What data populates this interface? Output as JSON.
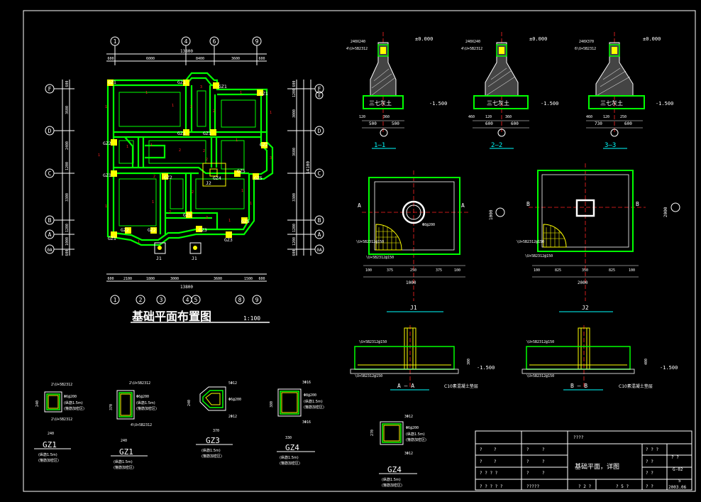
{
  "plan": {
    "title": "基础平面布置图",
    "scale": "1:100",
    "top_axes": [
      "1",
      "4",
      "6",
      "9"
    ],
    "bottom_axes": [
      "1",
      "2",
      "3",
      "4",
      "5",
      "8",
      "9"
    ],
    "left_axes": [
      "F",
      "D",
      "C",
      "B",
      "A",
      "0A"
    ],
    "right_axes": [
      "F",
      "E",
      "D",
      "C",
      "B",
      "A",
      "0A"
    ],
    "top_total": "13800",
    "top_dims": [
      "600",
      "6000",
      "8400",
      "3600",
      "600"
    ],
    "bottom_total": "13800",
    "bottom_dims": [
      "600",
      "2100",
      "1800",
      "3000",
      "3600",
      "1500",
      "600"
    ],
    "left_dims": [
      "600",
      "3600",
      "2400",
      "1200",
      "3300",
      "1200",
      "1000",
      "600"
    ],
    "right_dims": [
      "600",
      "1200",
      "3000",
      "3600",
      "3300",
      "1200",
      "1200",
      "600"
    ],
    "right_total": "14100",
    "gz_labels": [
      "GZ1",
      "GZ1",
      "GZ1",
      "GZ1",
      "GZ1",
      "GZ1",
      "GZ1",
      "GZ2",
      "GZ2",
      "GZ2",
      "GZ2",
      "GZ2",
      "GZ3",
      "GZ3",
      "GZ4",
      "GZ5",
      "GZ5",
      "GZ5",
      "J2",
      "J1",
      "J1"
    ]
  },
  "sections": [
    {
      "label": "1—1",
      "top_elev": "±0.000",
      "bottom_elev": "-1.500",
      "beam": "240X240",
      "bars": "4\\U+5B2312",
      "base_text": "三七灰土",
      "dims": [
        "120",
        "360",
        "500",
        "500"
      ]
    },
    {
      "label": "2—2",
      "top_elev": "±0.000",
      "bottom_elev": "-1.500",
      "beam": "240X240",
      "bars": "4\\U+5B2312",
      "base_text": "三七灰土",
      "dims": [
        "460",
        "120",
        "360",
        "600",
        "600"
      ]
    },
    {
      "label": "3—3",
      "top_elev": "±0.000",
      "bottom_elev": "-1.500",
      "beam": "240X370",
      "bars": "6\\U+5B2312",
      "base_text": "三七灰土",
      "dims": [
        "460",
        "120",
        "250",
        "730",
        "600"
      ]
    }
  ],
  "footings": [
    {
      "label": "J1",
      "dims": [
        "100",
        "375",
        "250",
        "375",
        "100"
      ],
      "width": "1000",
      "section_mark": "A",
      "bars1": "\\U+5B2312@150",
      "bars2": "\\U+5B2312@150",
      "note": "Φ8@200"
    },
    {
      "label": "J2",
      "dims": [
        "100",
        "825",
        "350",
        "825",
        "100"
      ],
      "width": "2000",
      "section_mark": "B",
      "bars1": "\\U+5B2312@150",
      "bars2": "\\U+5B2312@150",
      "note": ""
    }
  ],
  "footing_sections": [
    {
      "label": "A — A",
      "elev": "-1.500",
      "note": "C10素混凝土垫层",
      "height": "300"
    },
    {
      "label": "B — B",
      "elev": "-1.500",
      "note": "C10素混凝土垫层",
      "height": "400"
    }
  ],
  "columns": [
    {
      "label": "GZ1",
      "bars_top": "2\\U+5B2312",
      "bars_bottom": "2\\U+5B2312",
      "stirrup": "Φ6@200",
      "dim_w": "240",
      "dim_h": "240",
      "note1": "(纵筋1.5m)",
      "note2": "(箍筋加密区)"
    },
    {
      "label": "GZ1",
      "bars_top": "2\\U+5B2312",
      "bars_bottom": "4\\U+5B2312",
      "stirrup": "Φ6@200",
      "dim_w": "240",
      "dim_h": "370",
      "note1": "(纵筋1.5m)",
      "note2": "(箍筋加密区)"
    },
    {
      "label": "GZ3",
      "bars_top": "5Φ12",
      "bars_bottom": "2Φ12",
      "stirrup": "Φ6@200",
      "dim_w": "370",
      "dim_h": "240",
      "note1": "(纵筋1.5m)",
      "note2": "(箍筋加密区)"
    },
    {
      "label": "GZ4",
      "bars_top": "3Φ16",
      "bars_bottom": "3Φ16",
      "stirrup": "Φ8@200",
      "dim_w": "330",
      "dim_h": "380",
      "note1": "(纵筋1.5m)",
      "note2": "(箍筋加密区)"
    },
    {
      "label": "GZ4",
      "bars_top": "3Φ12",
      "bars_bottom": "3Φ12",
      "stirrup": "Φ6@200",
      "dim_w": "",
      "dim_h": "270",
      "note1": "(纵筋1.5m)",
      "note2": "(箍筋加密区)"
    }
  ],
  "title_block": {
    "project": "????",
    "drawing_name": "基础平面，详图",
    "drawing_no": "G-02",
    "sheet": "5",
    "date": "2003.06",
    "q": [
      "?",
      "?",
      "?",
      "?",
      "? ? ?",
      "? ? ? ?",
      "? ? ? ? ?",
      "? 2 ?",
      "? 5 ?"
    ]
  },
  "colors": {
    "green": "#00ff00",
    "yellow": "#ffff00",
    "red": "#ff2222",
    "cyan": "#00ffff",
    "white": "#ffffff",
    "magenta": "#ff00ff"
  }
}
